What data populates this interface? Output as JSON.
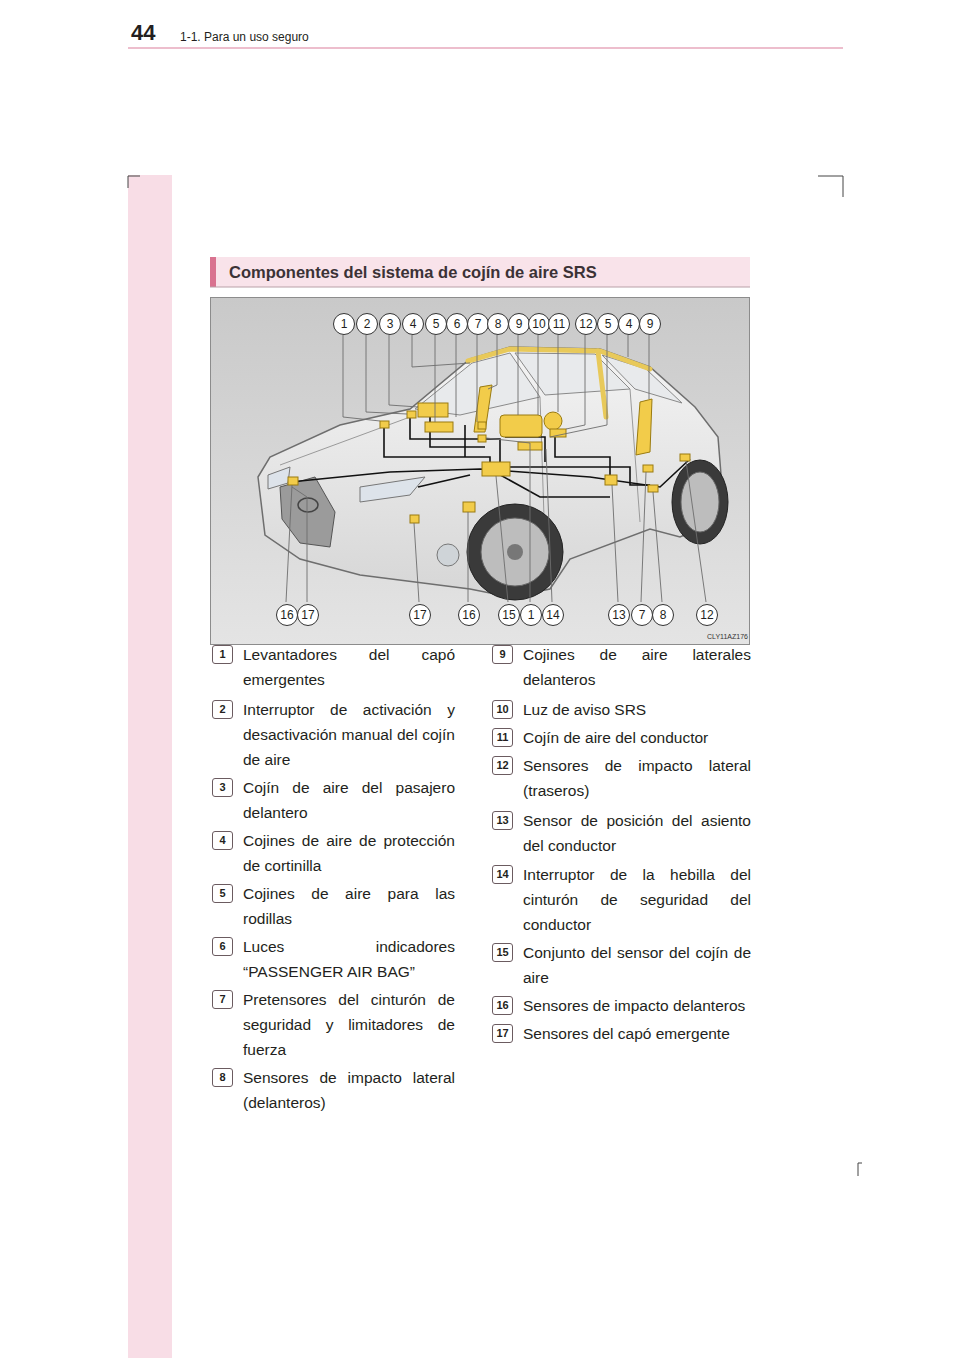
{
  "diagram": {
    "title": "Componentes del sistema de cojín de aire SRS",
    "labels": [
      "44",
      "1-1. Para un uso seguro",
      "1",
      "2",
      "3",
      "4",
      "5",
      "6",
      "7",
      "8",
      "9",
      "10",
      "11",
      "12",
      "5",
      "4",
      "9",
      "16",
      "17",
      "17",
      "16",
      "15",
      "1",
      "14",
      "13",
      "7",
      "8",
      "12",
      "CLY11AZ176",
      "1",
      "Levantadores del capó emergentes",
      "2",
      "Interruptor de activación y desactivación manual del cojín de aire",
      "3",
      "Cojín de aire del pasajero delantero",
      "4",
      "Cojines de aire de protección de cortinilla",
      "5",
      "Cojines de aire para las rodillas",
      "6",
      "Luces indicadores “PASSENGER AIR BAG”",
      "7",
      "Pretensores del cinturón de seguridad y limitadores de fuerza",
      "8",
      "Sensores de impacto lateral (delanteros)",
      "9",
      "Cojines de aire laterales delanteros",
      "10",
      "Luz de aviso SRS",
      "11",
      "Cojín de aire del conductor",
      "12",
      "Sensores de impacto lateral (traseros)",
      "13",
      "Sensor de posición del asiento del conductor",
      "14",
      "Interruptor de la hebilla del cinturón de seguridad del conductor",
      "15",
      "Conjunto del sensor del cojín de aire",
      "16",
      "Sensores de impacto delanteros",
      "17",
      "Sensores del capó emergente"
    ]
  }
}
